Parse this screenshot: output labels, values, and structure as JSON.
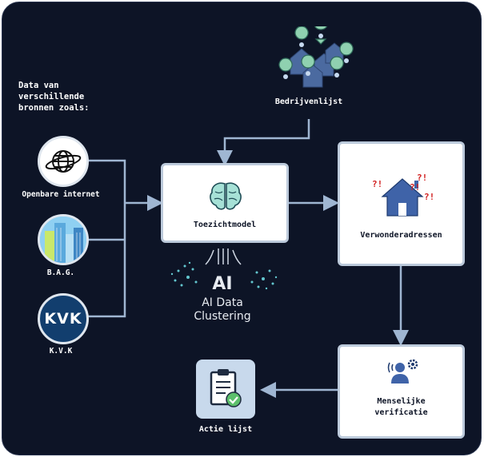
{
  "intro_text": [
    "Data van",
    "verschillende",
    "bronnen zoals:"
  ],
  "sources": [
    {
      "label": "Openbare internet",
      "icon": "globe-icon"
    },
    {
      "label": "B.A.G.",
      "icon": "buildings-icon"
    },
    {
      "label": "K.V.K",
      "icon": "kvk-logo",
      "logo_text": "KVK"
    }
  ],
  "company_list": {
    "label": "Bedrijvenlijst",
    "icon": "map-pins-houses-icon"
  },
  "model": {
    "label": "Toezichtmodel",
    "icon": "brain-icon"
  },
  "ai": {
    "big": "AI",
    "line1": "AI Data",
    "line2": "Clustering"
  },
  "suspicious": {
    "label": "Verwonderadressen",
    "icon": "house-question-icon",
    "marks": [
      "?!",
      "?!",
      "?!",
      "?!"
    ]
  },
  "verification": {
    "line1": "Menselijke",
    "line2": "verificatie",
    "icon": "person-gear-icon"
  },
  "action": {
    "label": "Actie lijst",
    "icon": "clipboard-check-icon"
  },
  "colors": {
    "background": "#0d1426",
    "connector": "#9fb6d2",
    "box_border": "#bccadb",
    "accent_red": "#d11f1f",
    "house_blue": "#3f63a8"
  }
}
